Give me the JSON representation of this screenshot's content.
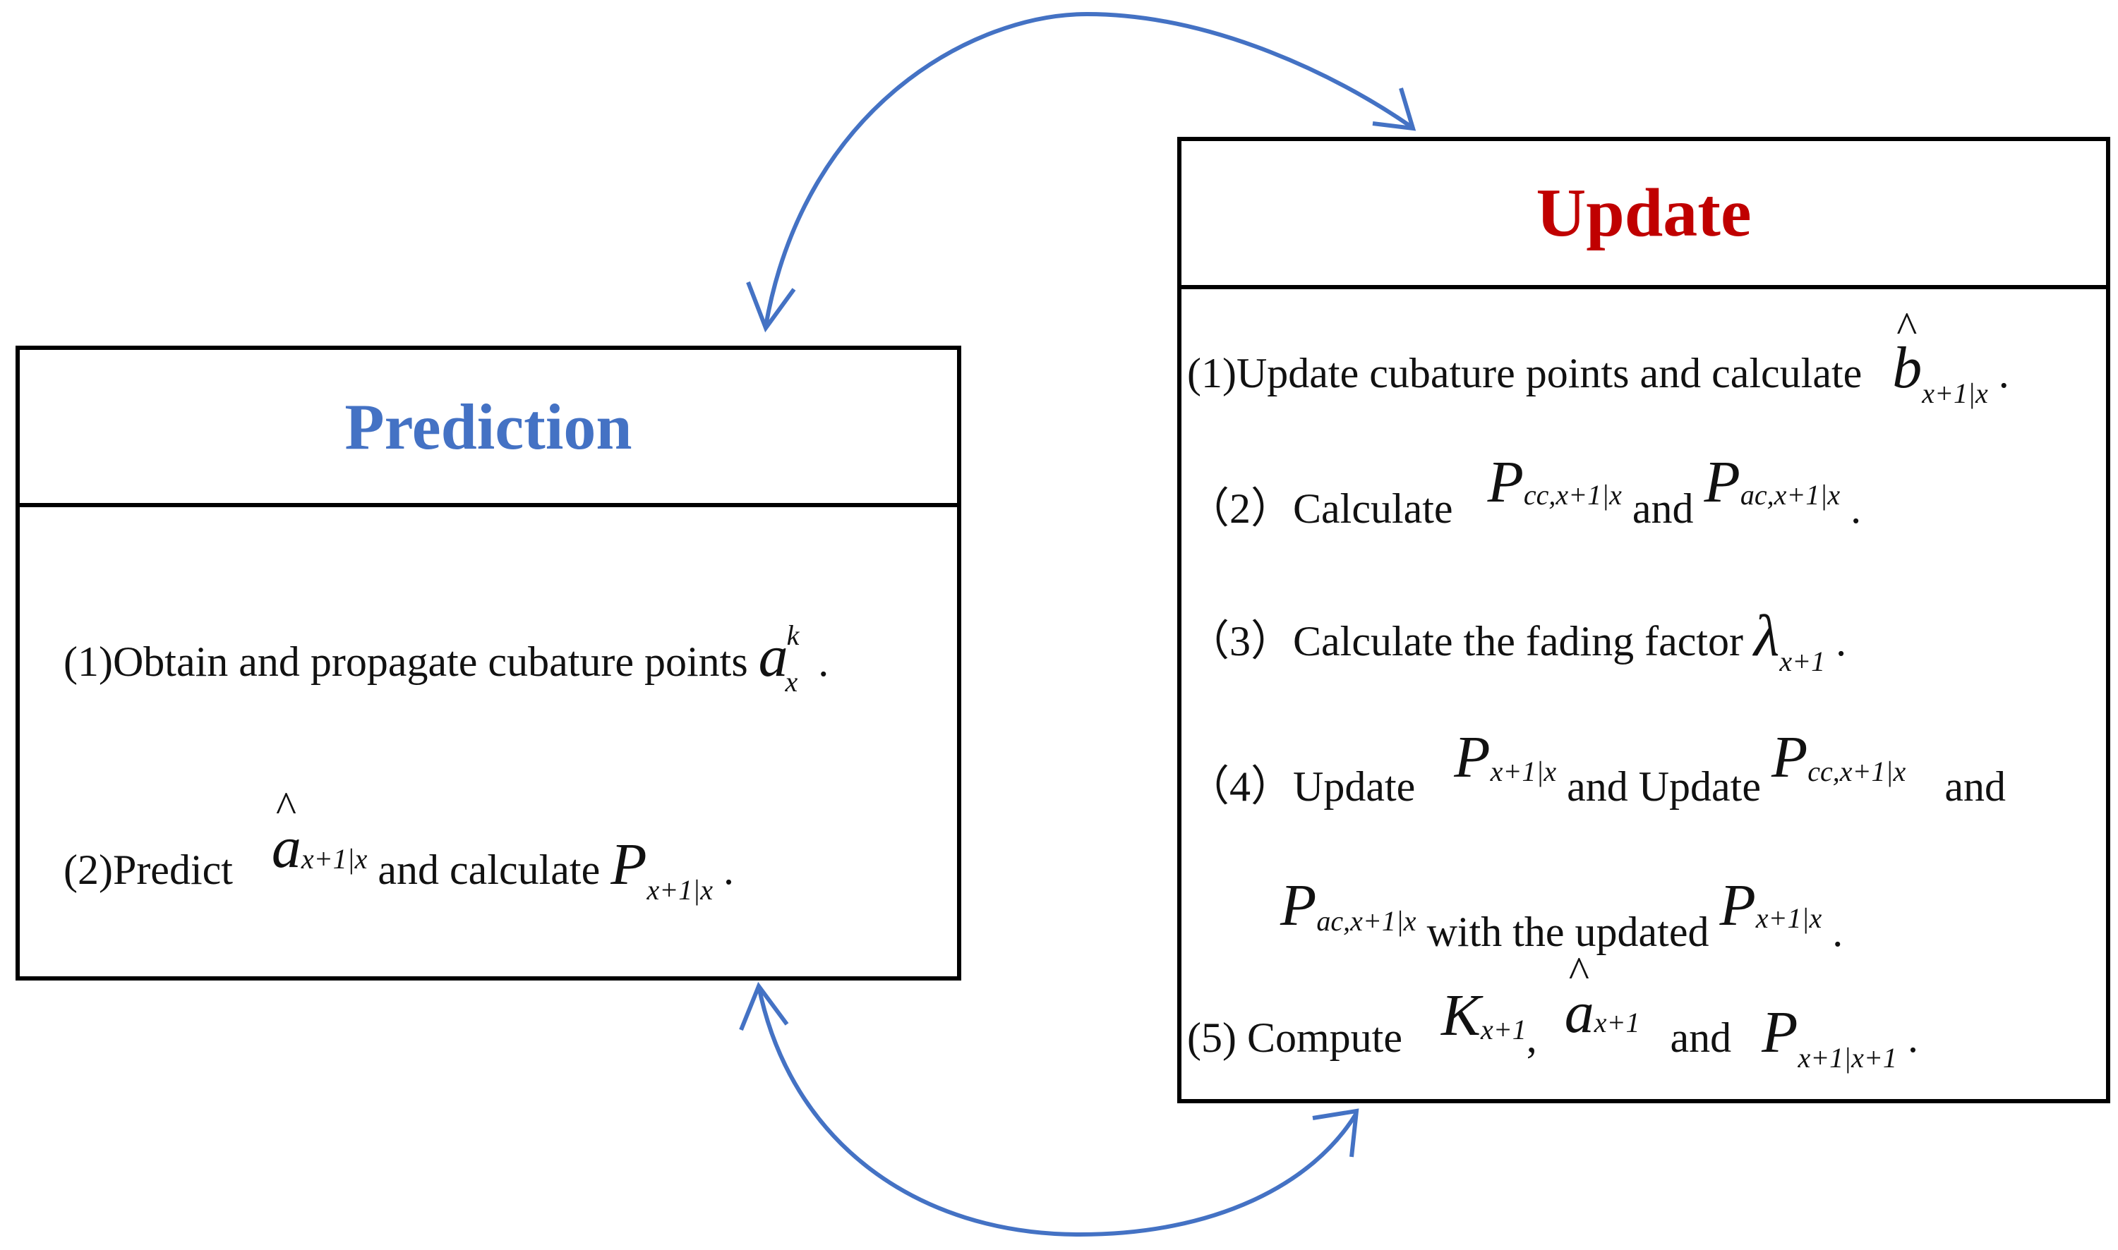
{
  "prediction": {
    "title": "Prediction",
    "step1": {
      "prefix": "(1)Obtain and propagate cubature points",
      "sym": "a",
      "sup": "k",
      "sub": "x",
      "end": "."
    },
    "step2": {
      "prefix": "(2)Predict",
      "sym_a": "a",
      "sub_a": "x+1|x",
      "mid": "and calculate",
      "sym_p": "P",
      "sub_p": "x+1|x",
      "end": "."
    }
  },
  "update": {
    "title": "Update",
    "step1": {
      "prefix": "(1)Update cubature points and calculate",
      "sym": "b",
      "sub": "x+1|x",
      "end": "."
    },
    "step2": {
      "prefix": "（2）Calculate",
      "sym1": "P",
      "sub1": "cc,x+1|x",
      "mid": "and",
      "sym2": "P",
      "sub2": "ac,x+1|x",
      "end": "."
    },
    "step3": {
      "prefix": "（3）Calculate the fading factor",
      "sym": "λ",
      "sub": "x+1",
      "end": "."
    },
    "step4": {
      "prefix": "（4）Update",
      "sym1": "P",
      "sub1": "x+1|x",
      "mid": "and Update",
      "sym2": "P",
      "sub2": "cc,x+1|x",
      "tail": "and"
    },
    "step4b": {
      "sym1": "P",
      "sub1": "ac,x+1|x",
      "mid": "with the updated",
      "sym2": "P",
      "sub2": "x+1|x",
      "end": "."
    },
    "step5": {
      "prefix": "(5) Compute",
      "sym1": "K",
      "sub1": "x+1",
      "sep": ",",
      "sym2": "a",
      "sub2": "x+1",
      "mid": "and",
      "sym3": "P",
      "sub3": "x+1|x+1",
      "end": "."
    }
  },
  "colors": {
    "arrow": "#4472c4",
    "prediction_title": "#4472c4",
    "update_title": "#c00000",
    "border": "#000000"
  }
}
